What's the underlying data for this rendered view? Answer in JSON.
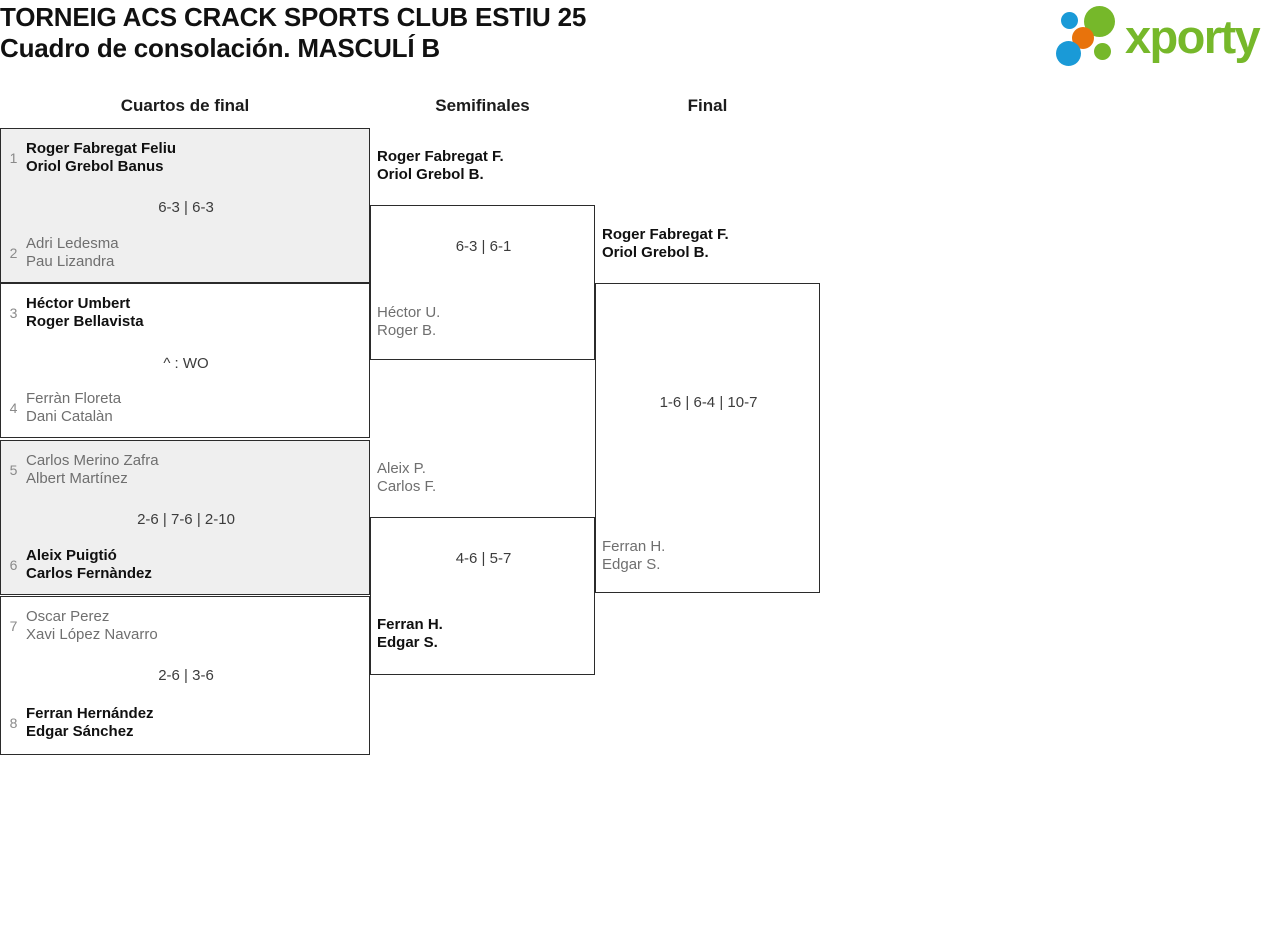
{
  "header": {
    "title_line_1": "TORNEIG ACS CRACK SPORTS CLUB ESTIU 25",
    "title_line_2": "Cuadro de consolación. MASCULÍ B",
    "logo": {
      "wordmark": "xporty",
      "colors": {
        "green": "#76b82a",
        "blue": "#1a9ad7",
        "orange": "#e8730c"
      }
    }
  },
  "rounds": [
    {
      "label": "Cuartos de final"
    },
    {
      "label": "Semifinales"
    },
    {
      "label": "Final"
    }
  ],
  "quarterfinals": [
    {
      "shaded": true,
      "score": "6-3 | 6-3",
      "top": {
        "seed": "1",
        "player1": "Roger Fabregat Feliu",
        "player2": "Oriol Grebol Banus",
        "result": "winner"
      },
      "bottom": {
        "seed": "2",
        "player1": "Adri Ledesma",
        "player2": "Pau Lizandra",
        "result": "loser"
      }
    },
    {
      "shaded": false,
      "score": "^ : WO",
      "top": {
        "seed": "3",
        "player1": "Héctor Umbert",
        "player2": "Roger Bellavista",
        "result": "winner"
      },
      "bottom": {
        "seed": "4",
        "player1": "Ferràn Floreta",
        "player2": "Dani Catalàn",
        "result": "loser"
      }
    },
    {
      "shaded": true,
      "score": "2-6 | 7-6 | 2-10",
      "top": {
        "seed": "5",
        "player1": "Carlos Merino Zafra",
        "player2": "Albert Martínez",
        "result": "loser"
      },
      "bottom": {
        "seed": "6",
        "player1": "Aleix Puigtió",
        "player2": "Carlos Fernàndez",
        "result": "winner"
      }
    },
    {
      "shaded": false,
      "score": "2-6 | 3-6",
      "top": {
        "seed": "7",
        "player1": "Oscar Perez",
        "player2": "Xavi López Navarro",
        "result": "loser"
      },
      "bottom": {
        "seed": "8",
        "player1": "Ferran Hernández",
        "player2": "Edgar Sánchez",
        "result": "winner"
      }
    }
  ],
  "semifinals": [
    {
      "score": "6-3 | 6-1",
      "top": {
        "player1": "Roger Fabregat F.",
        "player2": "Oriol Grebol B.",
        "result": "winner"
      },
      "bottom": {
        "player1": "Héctor U.",
        "player2": "Roger B.",
        "result": "loser"
      }
    },
    {
      "score": "4-6 | 5-7",
      "top": {
        "player1": "Aleix P.",
        "player2": "Carlos F.",
        "result": "loser"
      },
      "bottom": {
        "player1": "Ferran H.",
        "player2": "Edgar S.",
        "result": "winner"
      }
    }
  ],
  "final": {
    "score": "1-6 | 6-4 | 10-7",
    "top": {
      "player1": "Roger Fabregat F.",
      "player2": "Oriol Grebol B.",
      "result": "winner"
    },
    "bottom": {
      "player1": "Ferran H.",
      "player2": "Edgar S.",
      "result": "loser"
    }
  }
}
